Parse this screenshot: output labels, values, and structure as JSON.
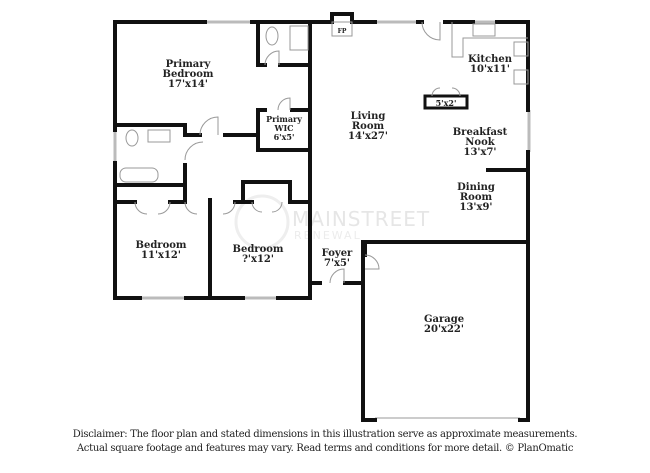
{
  "rooms": {
    "primary_bedroom": {
      "name1": "Primary",
      "name2": "Bedroom",
      "size": "17'x14'"
    },
    "primary_wic": {
      "name1": "Primary",
      "name2": "WIC",
      "size": "6'x5'"
    },
    "living_room": {
      "name1": "Living",
      "name2": "Room",
      "size": "14'x27'"
    },
    "kitchen": {
      "name": "Kitchen",
      "size": "10'x11'"
    },
    "island": {
      "size": "5'x2'"
    },
    "breakfast_nook": {
      "name1": "Breakfast",
      "name2": "Nook",
      "size": "13'x7'"
    },
    "dining_room": {
      "name1": "Dining",
      "name2": "Room",
      "size": "13'x9'"
    },
    "bedroom_1": {
      "name": "Bedroom",
      "size": "11'x12'"
    },
    "bedroom_2": {
      "name": "Bedroom",
      "size": "?'x12'"
    },
    "foyer": {
      "name": "Foyer",
      "size": "7'x5'"
    },
    "garage": {
      "name": "Garage",
      "size": "20'x22'"
    },
    "fireplace": {
      "label": "FP"
    }
  },
  "watermark": {
    "line1": "MAINSTREET",
    "line2": "RENEWAL"
  },
  "disclaimer": {
    "line1": "Disclaimer: The floor plan and stated dimensions in this illustration serve as approximate measurements.",
    "line2": "Actual square footage and features may vary. Read terms and conditions for more detail. © PlanOmatic"
  }
}
